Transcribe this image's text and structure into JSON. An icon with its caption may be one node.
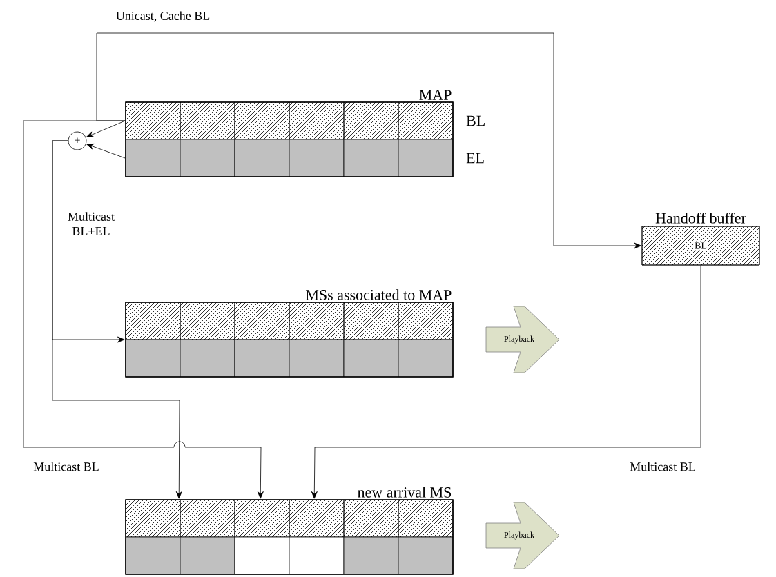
{
  "diagram": {
    "nodes": [
      {
        "text": [
          "MAP"
        ],
        "beside": [
          "BL",
          "EL"
        ]
      },
      {
        "text": [
          "+"
        ]
      },
      {
        "text": [
          "Handoff buffer",
          "BL"
        ]
      },
      {
        "text": [
          "MSs associated to MAP"
        ]
      },
      {
        "text": [
          "new arrival MS"
        ]
      },
      {
        "text": [
          "Playback"
        ]
      },
      {
        "text": [
          "Playback"
        ]
      }
    ],
    "edges": [
      {
        "from": 0,
        "to": 1,
        "arrow": "to"
      },
      {
        "from": 0,
        "to": 1,
        "arrow": "to"
      },
      {
        "from": 0,
        "to": 2,
        "arrow": "to",
        "label": "Unicast, Cache BL"
      },
      {
        "from": 1,
        "to": 3,
        "arrow": "to",
        "label": "Multicast BL+EL"
      },
      {
        "from": 1,
        "to": 4,
        "arrow": "to"
      },
      {
        "from": 0,
        "to": 4,
        "arrow": "to",
        "label": "Multicast BL"
      },
      {
        "from": 2,
        "to": 4,
        "arrow": "to",
        "label": "Multicast BL"
      }
    ]
  }
}
